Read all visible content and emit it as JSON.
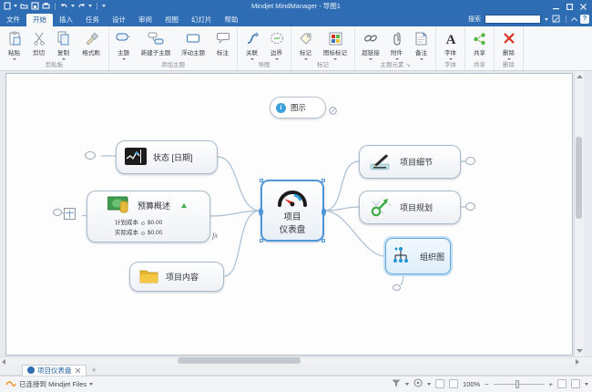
{
  "window": {
    "title": "Mindjet MindManager - 导图1"
  },
  "menu": {
    "tabs": [
      {
        "label": "文件"
      },
      {
        "label": "开始"
      },
      {
        "label": "插入"
      },
      {
        "label": "任务"
      },
      {
        "label": "设计"
      },
      {
        "label": "审阅"
      },
      {
        "label": "视图"
      },
      {
        "label": "幻灯片"
      },
      {
        "label": "帮助"
      }
    ],
    "search_label": "搜索",
    "help_label": "?"
  },
  "ribbon": {
    "groups": [
      {
        "label": "剪贴板",
        "buttons": [
          {
            "label": "粘贴"
          },
          {
            "label": "剪切"
          },
          {
            "label": "复制"
          },
          {
            "label": "格式刷"
          }
        ]
      },
      {
        "label": "添加主题",
        "buttons": [
          {
            "label": "主题"
          },
          {
            "label": "新建子主题"
          },
          {
            "label": "浮动主题"
          },
          {
            "label": "标注"
          }
        ]
      },
      {
        "label": "导图",
        "buttons": [
          {
            "label": "关联"
          },
          {
            "label": "边界"
          }
        ]
      },
      {
        "label": "标记",
        "buttons": [
          {
            "label": "标记"
          },
          {
            "label": "图标标记"
          }
        ]
      },
      {
        "label": "主题元素",
        "buttons": [
          {
            "label": "超链接"
          },
          {
            "label": "附件"
          },
          {
            "label": "备注"
          }
        ]
      },
      {
        "label": "字体",
        "buttons": [
          {
            "label": "字体"
          }
        ]
      },
      {
        "label": "共享",
        "buttons": [
          {
            "label": "共享"
          }
        ]
      },
      {
        "label": "删除",
        "buttons": [
          {
            "label": "删除"
          }
        ]
      }
    ]
  },
  "map": {
    "legend": {
      "label": "图示"
    },
    "central": {
      "line1": "项目",
      "line2": "仪表盘"
    },
    "status": {
      "label": "状态 [日期]"
    },
    "budget": {
      "label": "预算概述",
      "props": [
        {
          "label": "计划成本",
          "value": "$0.00"
        },
        {
          "label": "实际成本",
          "value": "$0.00"
        }
      ],
      "formula_badge": "fx"
    },
    "content": {
      "label": "项目内容"
    },
    "details": {
      "label": "项目细节"
    },
    "planning": {
      "label": "项目规划"
    },
    "orgchart": {
      "label": "组织图"
    }
  },
  "doc_tabs": {
    "active_label": "项目仪表盘"
  },
  "status_bar": {
    "connection_label": "已连接到 Mindjet Files",
    "zoom_level": "100%",
    "zoom_out": "−",
    "zoom_in": "+"
  },
  "colors": {
    "titlebar": "#2e6db4",
    "selection": "#4d96d9",
    "connector": "#a9bfd4",
    "org_highlight": "#c3def3",
    "money_green": "#3f9e4d",
    "folder_yellow": "#f0c23a",
    "delete_red": "#d93025",
    "share_green": "#57b847"
  }
}
